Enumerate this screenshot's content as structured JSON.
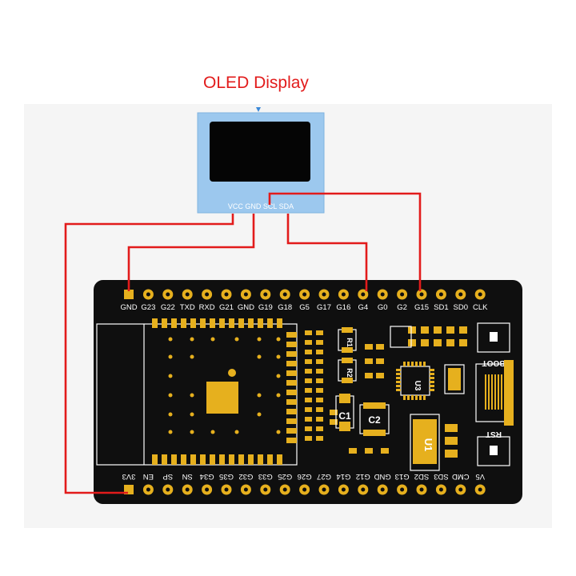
{
  "title": "OLED Display",
  "oled": {
    "pins": [
      "VCC",
      "GND",
      "SCL",
      "SDA"
    ],
    "pin_text": "VCC GND SCL SDA"
  },
  "board": {
    "top_pins": [
      "GND",
      "G23",
      "G22",
      "TXD",
      "RXD",
      "G21",
      "GND",
      "G19",
      "G18",
      "G5",
      "G17",
      "G16",
      "G4",
      "G0",
      "G2",
      "G15",
      "SD1",
      "SD0",
      "CLK"
    ],
    "bottom_pins": [
      "3V3",
      "EN",
      "SP",
      "SN",
      "G34",
      "G35",
      "G32",
      "G33",
      "G25",
      "G26",
      "G27",
      "G14",
      "G12",
      "GND",
      "G13",
      "SD2",
      "SD3",
      "CMD",
      "V5"
    ],
    "silk": {
      "c1": "C1",
      "c2": "C2",
      "u1": "U1",
      "u3": "U3",
      "boot": "BOOT",
      "rst": "RST",
      "r1": "R1",
      "r2": "R2"
    }
  },
  "colors": {
    "wire": "#e21b1b",
    "pcb": "#0f0f0f",
    "pad": "#e6b01e",
    "oled_frame": "#9cc8ee",
    "oled_screen": "#050505"
  }
}
